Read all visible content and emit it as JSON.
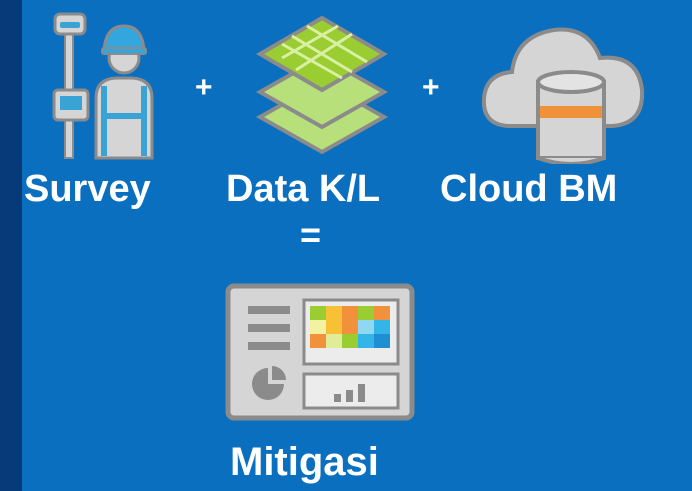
{
  "labels": {
    "survey": "Survey",
    "data": "Data K/L",
    "cloud": "Cloud BM",
    "result": "Mitigasi"
  },
  "operators": {
    "plus": "+",
    "equals": "="
  },
  "icons": {
    "surveyor": "surveyor-icon",
    "map_layers": "map-layers-icon",
    "cloud_database": "cloud-database-icon",
    "dashboard": "dashboard-icon"
  },
  "colors": {
    "background": "#0a6fbf",
    "left_stripe": "#073a78",
    "text": "#ffffff",
    "icon_gray": "#d5d5d5",
    "icon_outline": "#8b8b8b",
    "map_green": "#9acd32",
    "accent_orange": "#f2913c",
    "accent_blue": "#33b5e8"
  }
}
